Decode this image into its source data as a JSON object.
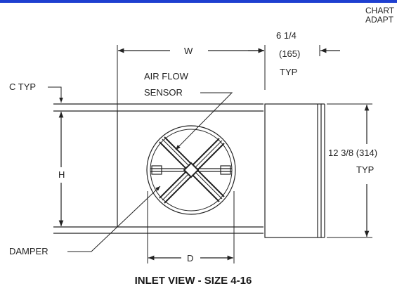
{
  "colors": {
    "top_rule": "#1e3fd0",
    "ink": "#222222"
  },
  "corner_note": {
    "line1": "CHART",
    "line2": "ADAPT"
  },
  "labels": {
    "width": "W",
    "height": "H",
    "depth": "D",
    "c_typ": "C TYP",
    "air_flow_1": "AIR FLOW",
    "air_flow_2": "SENSOR",
    "damper": "DAMPER",
    "right_width_1": "6 1/4",
    "right_width_2": "(165)",
    "right_width_3": "TYP",
    "right_height_1": "12 3/8 (314)",
    "right_height_2": "TYP"
  },
  "caption": "INLET VIEW - SIZE 4-16"
}
